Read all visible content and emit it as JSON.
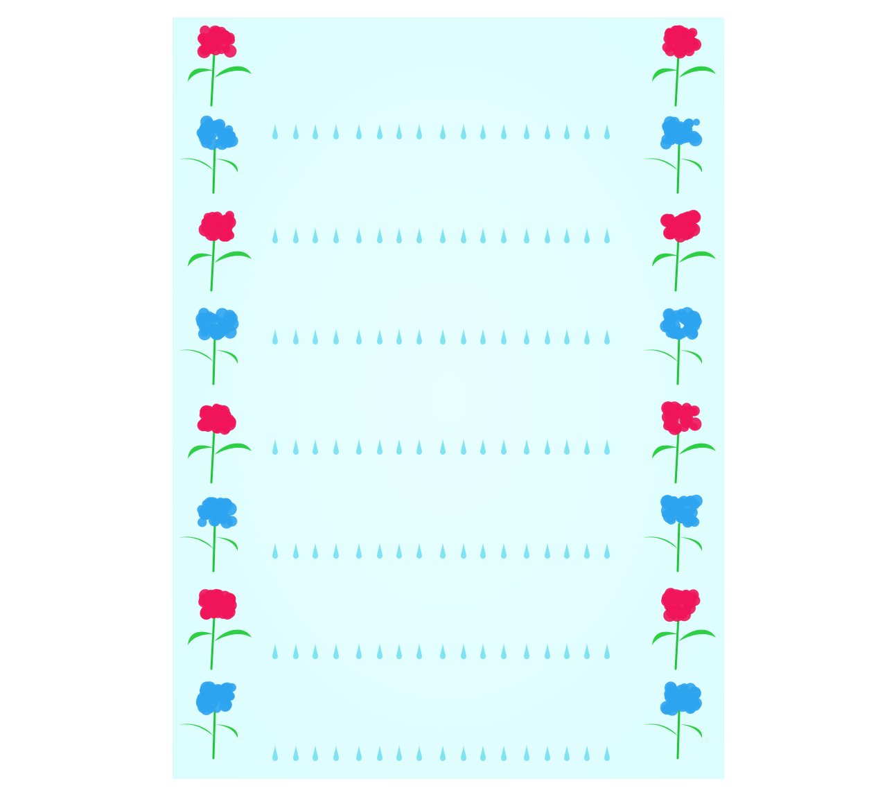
{
  "stationery": {
    "background_color": "#dcfdfd",
    "drop_color": "#7fe3f2",
    "stem_color": "#22c43a",
    "leaf_color": "#2fcf45",
    "flower_colors": {
      "pink": "#f0145a",
      "blue": "#2ea4f0"
    },
    "flower_sequence": [
      "pink",
      "blue",
      "pink",
      "blue",
      "pink",
      "blue",
      "pink",
      "blue"
    ],
    "ruled_line_style": "raindrop"
  }
}
